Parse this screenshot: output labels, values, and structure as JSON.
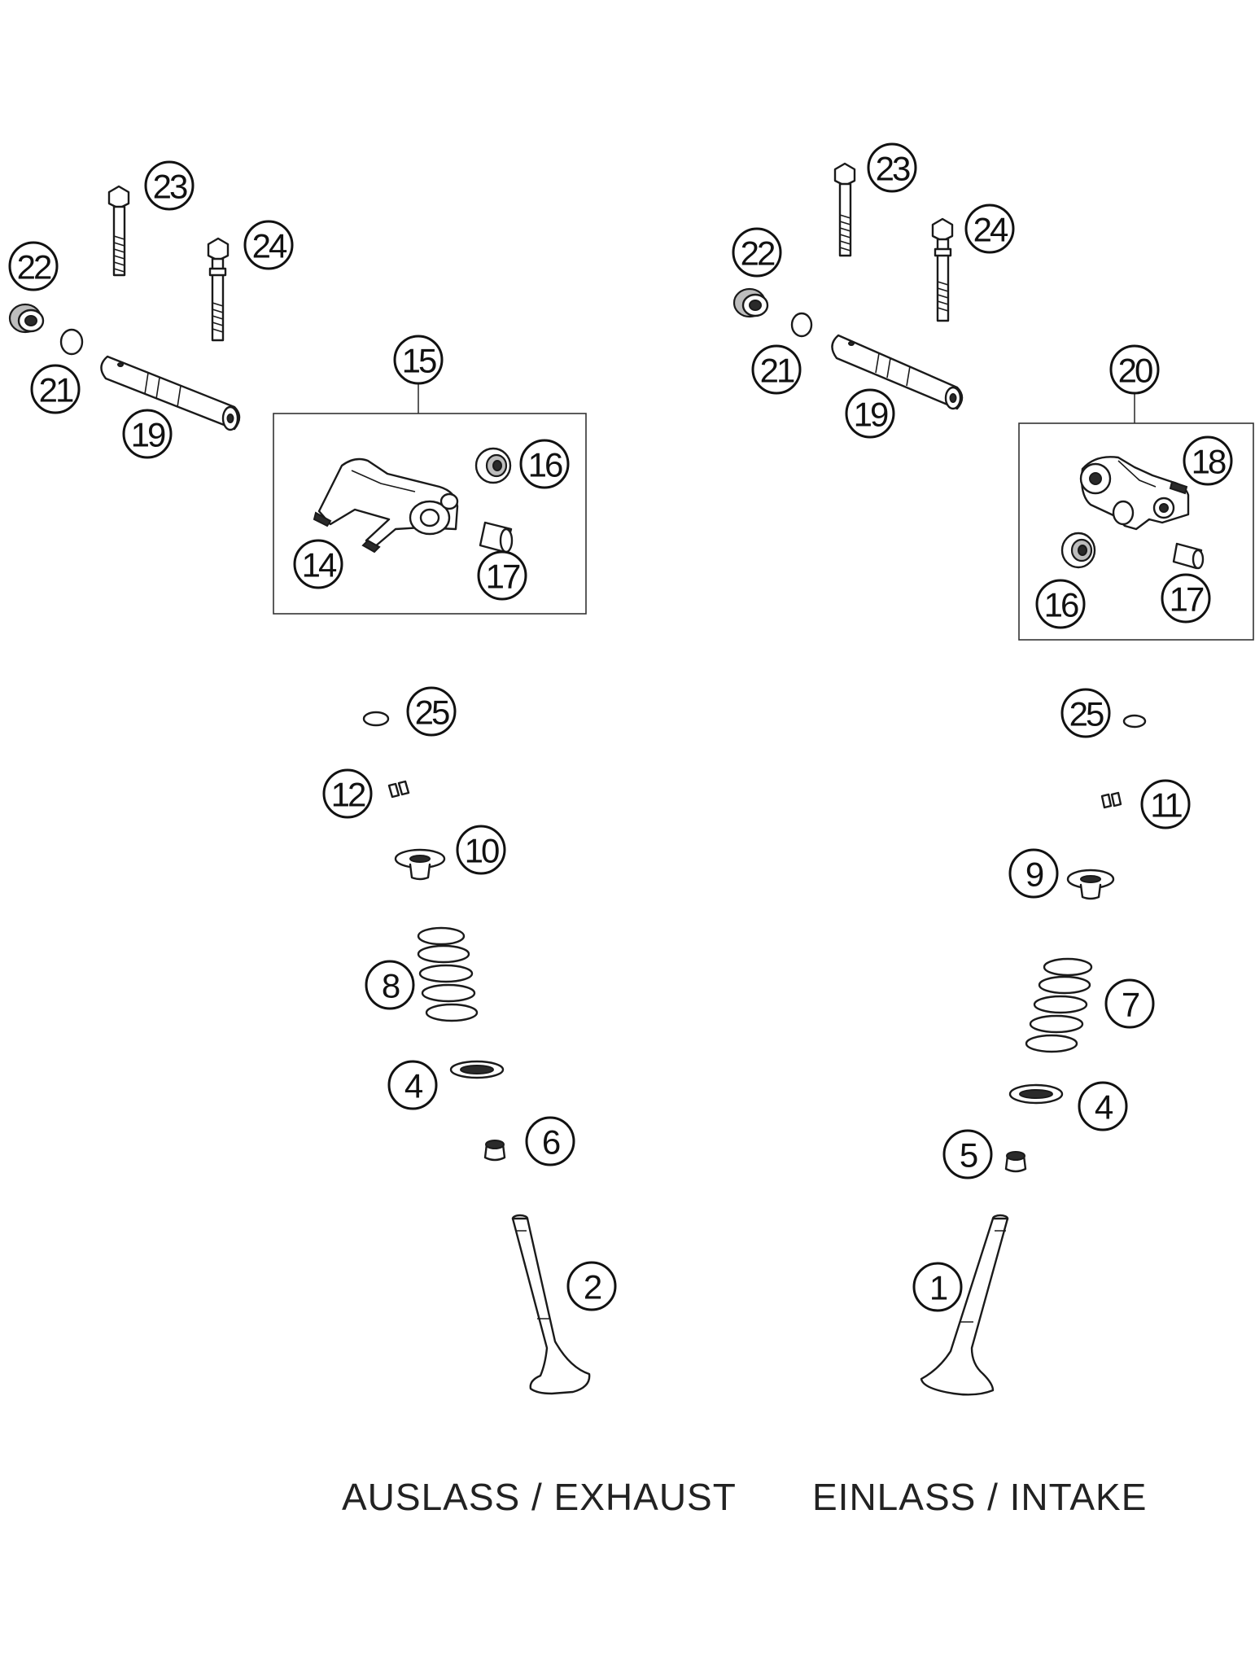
{
  "captions": {
    "exhaust": "AUSLASS / EXHAUST",
    "intake": "EINLASS / INTAKE"
  },
  "callouts": {
    "exhaust": {
      "bolt_long": "23",
      "bolt_short": "24",
      "plug": "22",
      "o_ring": "21",
      "shaft": "19",
      "rocker_assembly": "15",
      "rocker_arm": "14",
      "bearing": "16",
      "pin": "17",
      "shim": "25",
      "valve_keepers": "12",
      "spring_retainer": "10",
      "valve_spring": "8",
      "spring_seat": "4",
      "valve_seal": "6",
      "valve": "2"
    },
    "intake": {
      "bolt_long": "23",
      "bolt_short": "24",
      "plug": "22",
      "o_ring": "21",
      "shaft": "19",
      "rocker_assembly": "20",
      "rocker_arm": "18",
      "bearing": "16",
      "pin": "17",
      "shim": "25",
      "valve_keepers": "11",
      "spring_retainer": "9",
      "valve_spring": "7",
      "spring_seat": "4",
      "valve_seal": "5",
      "valve": "1"
    }
  }
}
